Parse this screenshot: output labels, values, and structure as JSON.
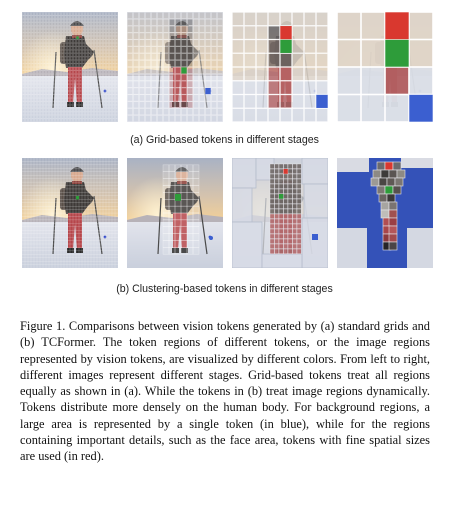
{
  "figure": {
    "row_a_label": "(a) Grid-based tokens in different stages",
    "row_b_label": "(b) Clustering-based tokens in different stages",
    "caption": "Figure 1.  Comparisons between vision tokens generated by (a) standard grids and (b) TCFormer. The token regions of different tokens, or the image regions represented by vision tokens, are visualized by different colors. From left to right, different images represent different stages. Grid-based tokens treat all regions equally as shown in (a). While the tokens in (b) treat image regions dynamically. Tokens distribute more densely on the human body. For background regions, a large area is represented by a single token (in blue), while for the regions containing important details, such as the face area, tokens with fine spatial sizes are used (in red).",
    "token_colors": {
      "face": "#d9382f",
      "background": "#3b5fd0",
      "body": "#2e9c3a"
    },
    "stages": [
      {
        "row": "a",
        "stage": 1,
        "grid": 32
      },
      {
        "row": "a",
        "stage": 2,
        "grid": 16
      },
      {
        "row": "a",
        "stage": 3,
        "grid": 8
      },
      {
        "row": "a",
        "stage": 4,
        "grid": 4
      },
      {
        "row": "b",
        "stage": 1
      },
      {
        "row": "b",
        "stage": 2
      },
      {
        "row": "b",
        "stage": 3
      },
      {
        "row": "b",
        "stage": 4
      }
    ]
  }
}
